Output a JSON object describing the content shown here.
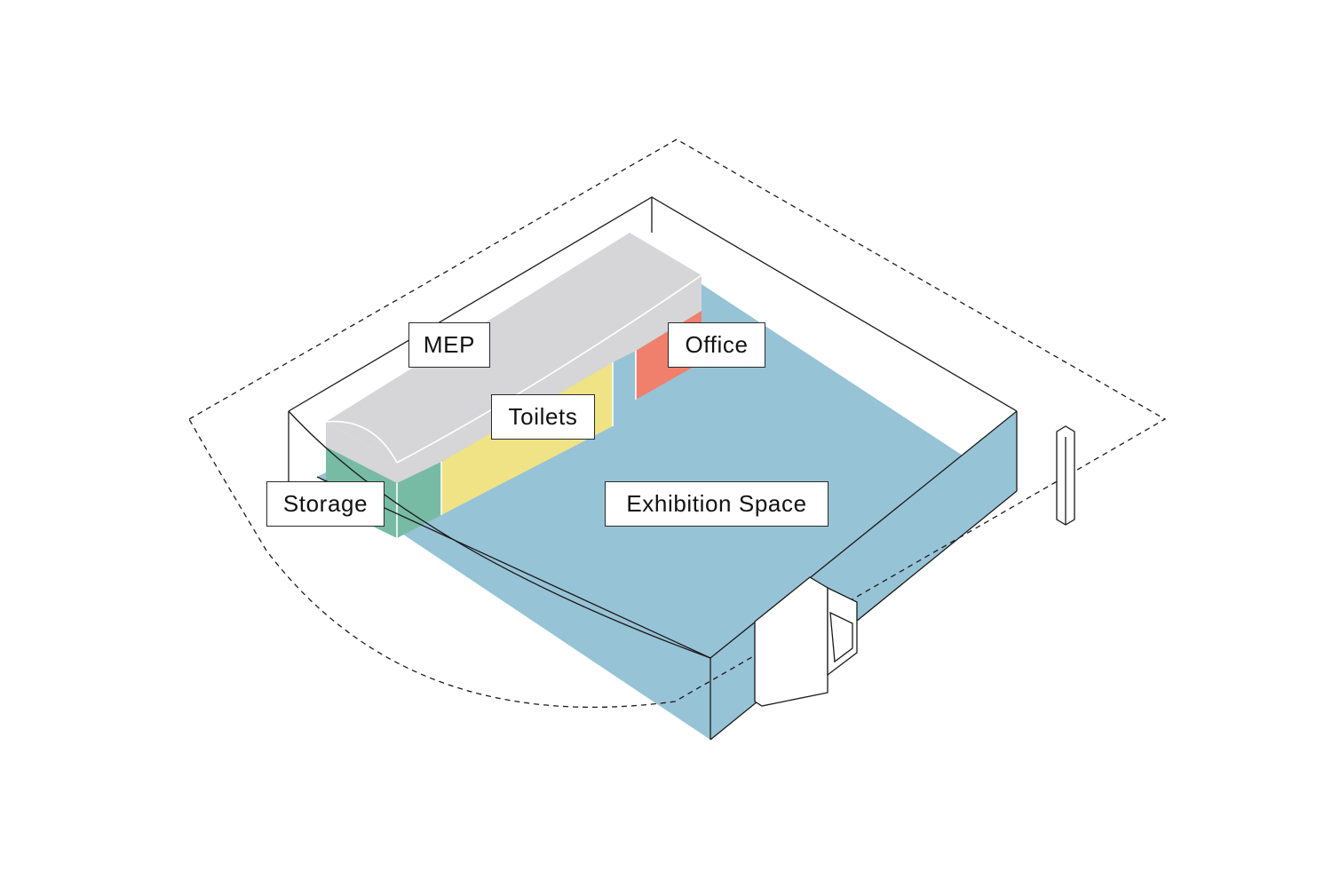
{
  "diagram": {
    "zones": [
      {
        "id": "exhibition",
        "label": "Exhibition Space",
        "color": "#97c3d6"
      },
      {
        "id": "mep",
        "label": "MEP",
        "color": "#d6d6d8"
      },
      {
        "id": "office",
        "label": "Office",
        "color": "#f07f6c"
      },
      {
        "id": "toilets",
        "label": "Toilets",
        "color": "#efe386"
      },
      {
        "id": "storage",
        "label": "Storage",
        "color": "#77bba5"
      }
    ],
    "line_color": "#1a1a1a"
  }
}
